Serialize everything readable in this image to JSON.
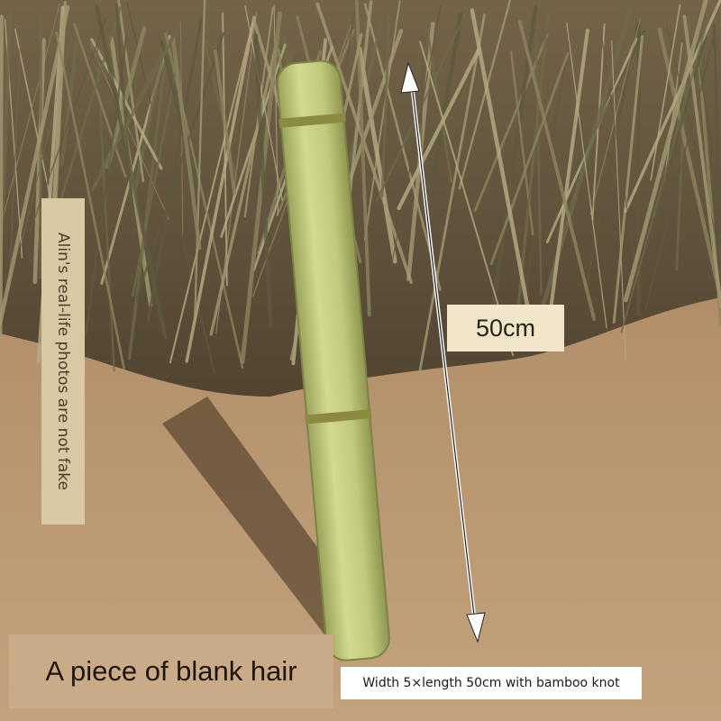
{
  "labels": {
    "side_caption": "Alin's real-life photos are not fake",
    "length": "50cm",
    "title": "A piece of blank hair",
    "spec": "Width 5×length 50cm with bamboo knot"
  },
  "colors": {
    "ground": "#b08a63",
    "bamboo": "#c4cc7c",
    "arrow": "#ffffff"
  }
}
